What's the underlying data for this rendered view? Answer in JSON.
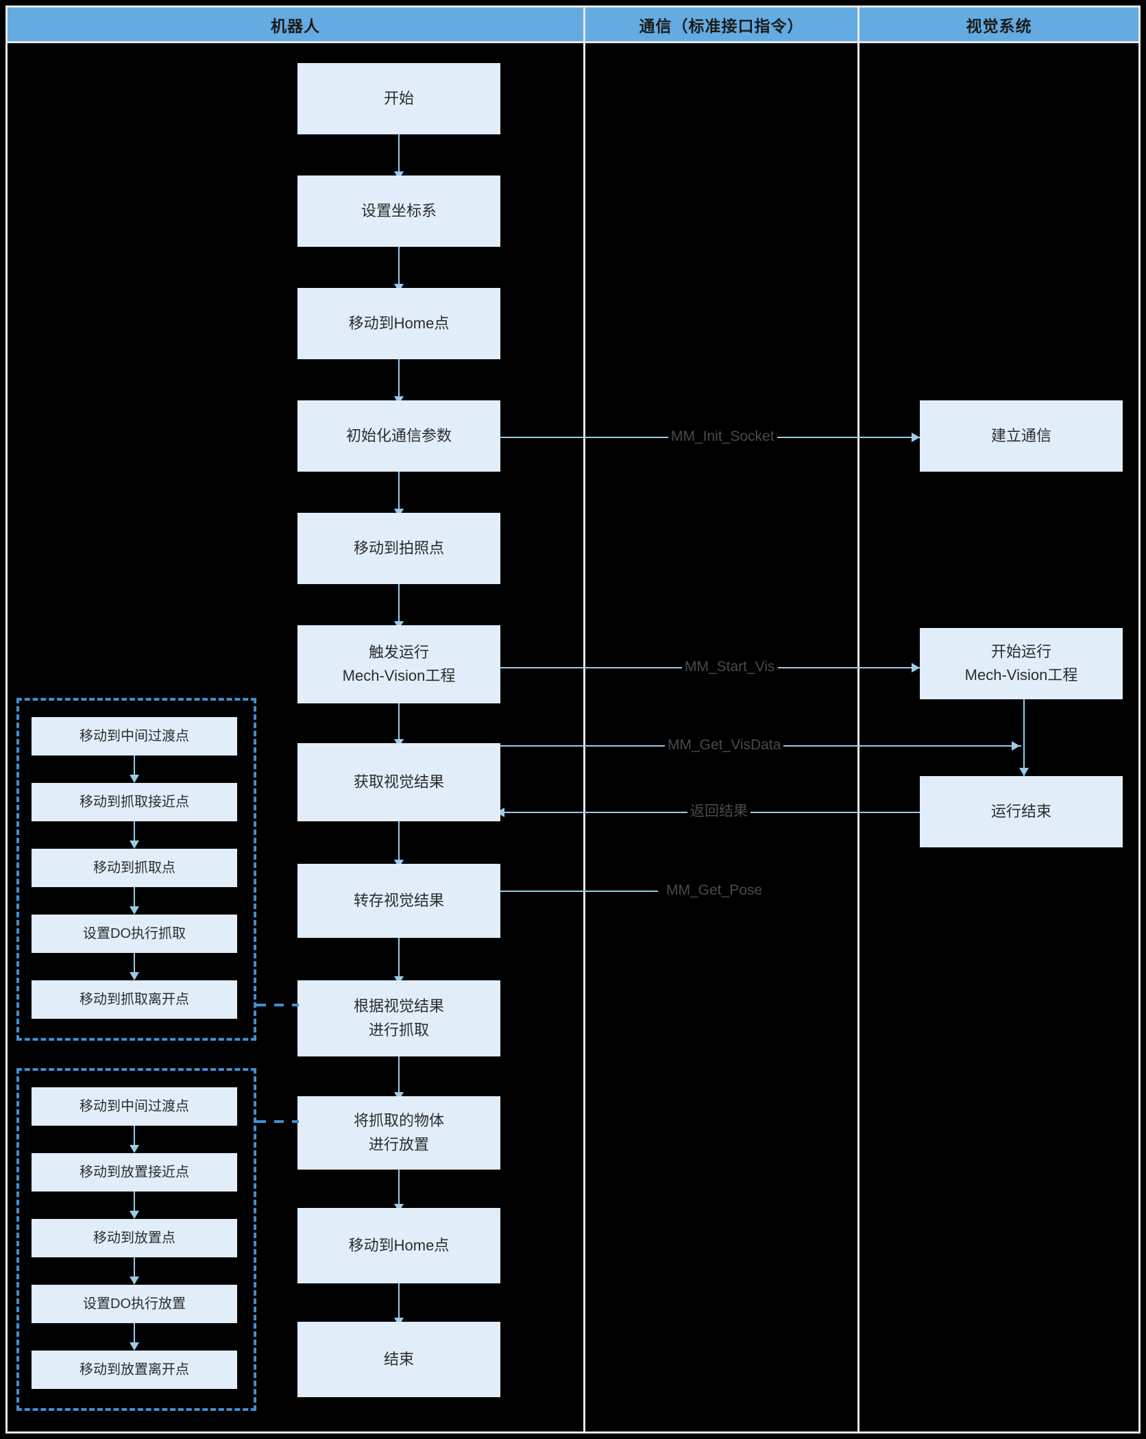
{
  "lanes": [
    {
      "title": "机器人"
    },
    {
      "title": "通信（标准接口指令）"
    },
    {
      "title": "视觉系统"
    }
  ],
  "robot_main_nodes": [
    {
      "line1": "开始",
      "line2": ""
    },
    {
      "line1": "设置坐标系",
      "line2": ""
    },
    {
      "line1": "移动到Home点",
      "line2": ""
    },
    {
      "line1": "初始化通信参数",
      "line2": ""
    },
    {
      "line1": "移动到拍照点",
      "line2": ""
    },
    {
      "line1": "触发运行",
      "line2": "Mech-Vision工程"
    },
    {
      "line1": "获取视觉结果",
      "line2": ""
    },
    {
      "line1": "转存视觉结果",
      "line2": ""
    },
    {
      "line1": "根据视觉结果",
      "line2": "进行抓取"
    },
    {
      "line1": "将抓取的物体",
      "line2": "进行放置"
    },
    {
      "line1": "移动到Home点",
      "line2": ""
    },
    {
      "line1": "结束",
      "line2": ""
    }
  ],
  "pick_group": {
    "steps": [
      {
        "label": "移动到中间过渡点"
      },
      {
        "label": "移动到抓取接近点"
      },
      {
        "label": "移动到抓取点"
      },
      {
        "label": "设置DO执行抓取"
      },
      {
        "label": "移动到抓取离开点"
      }
    ]
  },
  "place_group": {
    "steps": [
      {
        "label": "移动到中间过渡点"
      },
      {
        "label": "移动到放置接近点"
      },
      {
        "label": "移动到放置点"
      },
      {
        "label": "设置DO执行放置"
      },
      {
        "label": "移动到放置离开点"
      }
    ]
  },
  "vision_nodes": [
    {
      "line1": "建立通信",
      "line2": ""
    },
    {
      "line1": "开始运行",
      "line2": "Mech-Vision工程"
    },
    {
      "line1": "运行结束",
      "line2": ""
    }
  ],
  "edge_labels": [
    {
      "text": "MM_Init_Socket"
    },
    {
      "text": "MM_Start_Vis"
    },
    {
      "text": "MM_Get_VisData"
    },
    {
      "text": "返回结果"
    },
    {
      "text": "MM_Get_Pose"
    }
  ],
  "colors": {
    "lane_header": "#63abe0",
    "node_fill": "#e1eefa",
    "connector": "#9ccbe8",
    "group_border": "#3f8fd2",
    "frame": "#e8e8e8",
    "background": "#000000"
  }
}
